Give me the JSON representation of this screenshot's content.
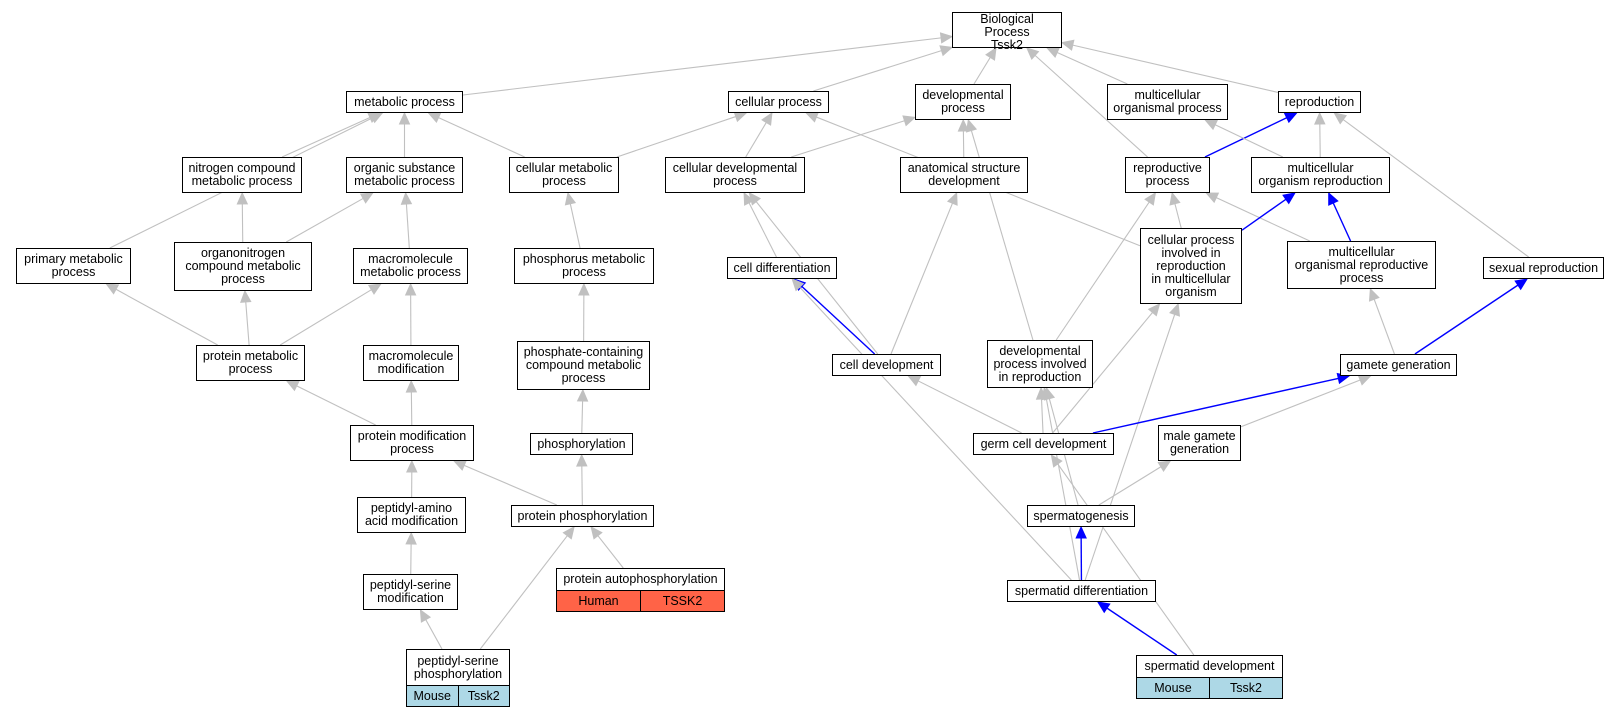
{
  "colors": {
    "gray_edge": "#c0c0c0",
    "blue_edge": "#0000ff",
    "human": "#ff6347",
    "mouse": "#add8e6"
  },
  "nodes": [
    {
      "id": "bp",
      "label": "Biological Process\nTssk2"
    },
    {
      "id": "metabolic",
      "label": "metabolic process"
    },
    {
      "id": "cellular",
      "label": "cellular process"
    },
    {
      "id": "developmental",
      "label": "developmental\nprocess"
    },
    {
      "id": "multicellular_org",
      "label": "multicellular\norganismal process"
    },
    {
      "id": "reproduction",
      "label": "reproduction"
    },
    {
      "id": "nitrogen",
      "label": "nitrogen compound\nmetabolic process"
    },
    {
      "id": "organic",
      "label": "organic substance\nmetabolic process"
    },
    {
      "id": "cell_metabolic",
      "label": "cellular metabolic\nprocess"
    },
    {
      "id": "cell_dev_proc",
      "label": "cellular developmental\nprocess"
    },
    {
      "id": "anat",
      "label": "anatomical structure\ndevelopment"
    },
    {
      "id": "repro_proc",
      "label": "reproductive\nprocess"
    },
    {
      "id": "mc_repro",
      "label": "multicellular\norganism reproduction"
    },
    {
      "id": "primary",
      "label": "primary metabolic\nprocess"
    },
    {
      "id": "orgnitro",
      "label": "organonitrogen\ncompound metabolic\nprocess"
    },
    {
      "id": "macro_met",
      "label": "macromolecule\nmetabolic process"
    },
    {
      "id": "phos_met",
      "label": "phosphorus metabolic\nprocess"
    },
    {
      "id": "cell_diff",
      "label": "cell differentiation"
    },
    {
      "id": "cp_repro",
      "label": "cellular process\ninvolved in\nreproduction\nin multicellular\norganism"
    },
    {
      "id": "mc_org_repro",
      "label": "multicellular\norganismal reproductive\nprocess"
    },
    {
      "id": "sexual",
      "label": "sexual reproduction"
    },
    {
      "id": "protein_met",
      "label": "protein metabolic\nprocess"
    },
    {
      "id": "macro_mod",
      "label": "macromolecule\nmodification"
    },
    {
      "id": "phosphate",
      "label": "phosphate-containing\ncompound metabolic\nprocess"
    },
    {
      "id": "cell_dev",
      "label": "cell development"
    },
    {
      "id": "dev_repro",
      "label": "developmental\nprocess involved\nin reproduction"
    },
    {
      "id": "gamete",
      "label": "gamete generation"
    },
    {
      "id": "prot_mod",
      "label": "protein modification\nprocess"
    },
    {
      "id": "phosphorylation",
      "label": "phosphorylation"
    },
    {
      "id": "germ",
      "label": "germ cell development"
    },
    {
      "id": "male_gamete",
      "label": "male gamete\ngeneration"
    },
    {
      "id": "peptidyl_amino",
      "label": "peptidyl-amino\nacid modification"
    },
    {
      "id": "prot_phos",
      "label": "protein phosphorylation"
    },
    {
      "id": "spermatogenesis",
      "label": "spermatogenesis"
    },
    {
      "id": "autophos",
      "label": "protein autophosphorylation",
      "species": "Human",
      "gene": "TSSK2"
    },
    {
      "id": "peptidyl_serine_mod",
      "label": "peptidyl-serine\nmodification"
    },
    {
      "id": "spermatid_diff",
      "label": "spermatid differentiation"
    },
    {
      "id": "pep_ser_phos",
      "label": "peptidyl-serine\nphosphorylation",
      "species": "Mouse",
      "gene": "Tssk2"
    },
    {
      "id": "spermatid_dev",
      "label": "spermatid development",
      "species": "Mouse",
      "gene": "Tssk2"
    }
  ],
  "edges": [
    {
      "from": "metabolic",
      "to": "bp"
    },
    {
      "from": "cellular",
      "to": "bp"
    },
    {
      "from": "developmental",
      "to": "bp"
    },
    {
      "from": "multicellular_org",
      "to": "bp"
    },
    {
      "from": "reproduction",
      "to": "bp"
    },
    {
      "from": "repro_proc",
      "to": "bp"
    },
    {
      "from": "nitrogen",
      "to": "metabolic"
    },
    {
      "from": "organic",
      "to": "metabolic"
    },
    {
      "from": "cell_metabolic",
      "to": "metabolic"
    },
    {
      "from": "primary",
      "to": "metabolic"
    },
    {
      "from": "cell_metabolic",
      "to": "cellular"
    },
    {
      "from": "cell_dev_proc",
      "to": "cellular"
    },
    {
      "from": "cp_repro",
      "to": "cellular"
    },
    {
      "from": "cell_dev_proc",
      "to": "developmental"
    },
    {
      "from": "anat",
      "to": "developmental"
    },
    {
      "from": "dev_repro",
      "to": "developmental"
    },
    {
      "from": "repro_proc",
      "to": "reproduction",
      "blue": true
    },
    {
      "from": "mc_repro",
      "to": "reproduction"
    },
    {
      "from": "sexual",
      "to": "reproduction"
    },
    {
      "from": "mc_repro",
      "to": "multicellular_org"
    },
    {
      "from": "orgnitro",
      "to": "nitrogen"
    },
    {
      "from": "orgnitro",
      "to": "organic"
    },
    {
      "from": "macro_met",
      "to": "organic"
    },
    {
      "from": "phos_met",
      "to": "cell_metabolic"
    },
    {
      "from": "cell_diff",
      "to": "cell_dev_proc"
    },
    {
      "from": "cell_dev",
      "to": "cell_dev_proc"
    },
    {
      "from": "cell_dev",
      "to": "anat"
    },
    {
      "from": "cp_repro",
      "to": "repro_proc"
    },
    {
      "from": "mc_org_repro",
      "to": "repro_proc"
    },
    {
      "from": "dev_repro",
      "to": "repro_proc"
    },
    {
      "from": "cp_repro",
      "to": "mc_repro",
      "blue": true
    },
    {
      "from": "mc_org_repro",
      "to": "mc_repro",
      "blue": true
    },
    {
      "from": "protein_met",
      "to": "primary"
    },
    {
      "from": "protein_met",
      "to": "orgnitro"
    },
    {
      "from": "protein_met",
      "to": "macro_met"
    },
    {
      "from": "macro_mod",
      "to": "macro_met"
    },
    {
      "from": "phosphate",
      "to": "phos_met"
    },
    {
      "from": "cell_dev",
      "to": "cell_diff",
      "blue": true
    },
    {
      "from": "spermatid_diff",
      "to": "cell_diff"
    },
    {
      "from": "germ",
      "to": "cp_repro"
    },
    {
      "from": "spermatid_diff",
      "to": "cp_repro"
    },
    {
      "from": "gamete",
      "to": "mc_org_repro"
    },
    {
      "from": "gamete",
      "to": "sexual",
      "blue": true
    },
    {
      "from": "prot_mod",
      "to": "protein_met"
    },
    {
      "from": "prot_mod",
      "to": "macro_mod"
    },
    {
      "from": "phosphorylation",
      "to": "phosphate"
    },
    {
      "from": "germ",
      "to": "cell_dev"
    },
    {
      "from": "germ",
      "to": "dev_repro"
    },
    {
      "from": "spermatogenesis",
      "to": "dev_repro"
    },
    {
      "from": "spermatid_diff",
      "to": "dev_repro"
    },
    {
      "from": "germ",
      "to": "gamete",
      "blue": true
    },
    {
      "from": "male_gamete",
      "to": "gamete"
    },
    {
      "from": "peptidyl_amino",
      "to": "prot_mod"
    },
    {
      "from": "prot_phos",
      "to": "prot_mod"
    },
    {
      "from": "prot_phos",
      "to": "phosphorylation"
    },
    {
      "from": "spermatogenesis",
      "to": "male_gamete"
    },
    {
      "from": "spermatid_dev",
      "to": "germ"
    },
    {
      "from": "peptidyl_serine_mod",
      "to": "peptidyl_amino"
    },
    {
      "from": "autophos",
      "to": "prot_phos"
    },
    {
      "from": "pep_ser_phos",
      "to": "prot_phos"
    },
    {
      "from": "spermatid_diff",
      "to": "spermatogenesis",
      "blue": true
    },
    {
      "from": "pep_ser_phos",
      "to": "peptidyl_serine_mod"
    },
    {
      "from": "spermatid_dev",
      "to": "spermatid_diff",
      "blue": true
    }
  ]
}
